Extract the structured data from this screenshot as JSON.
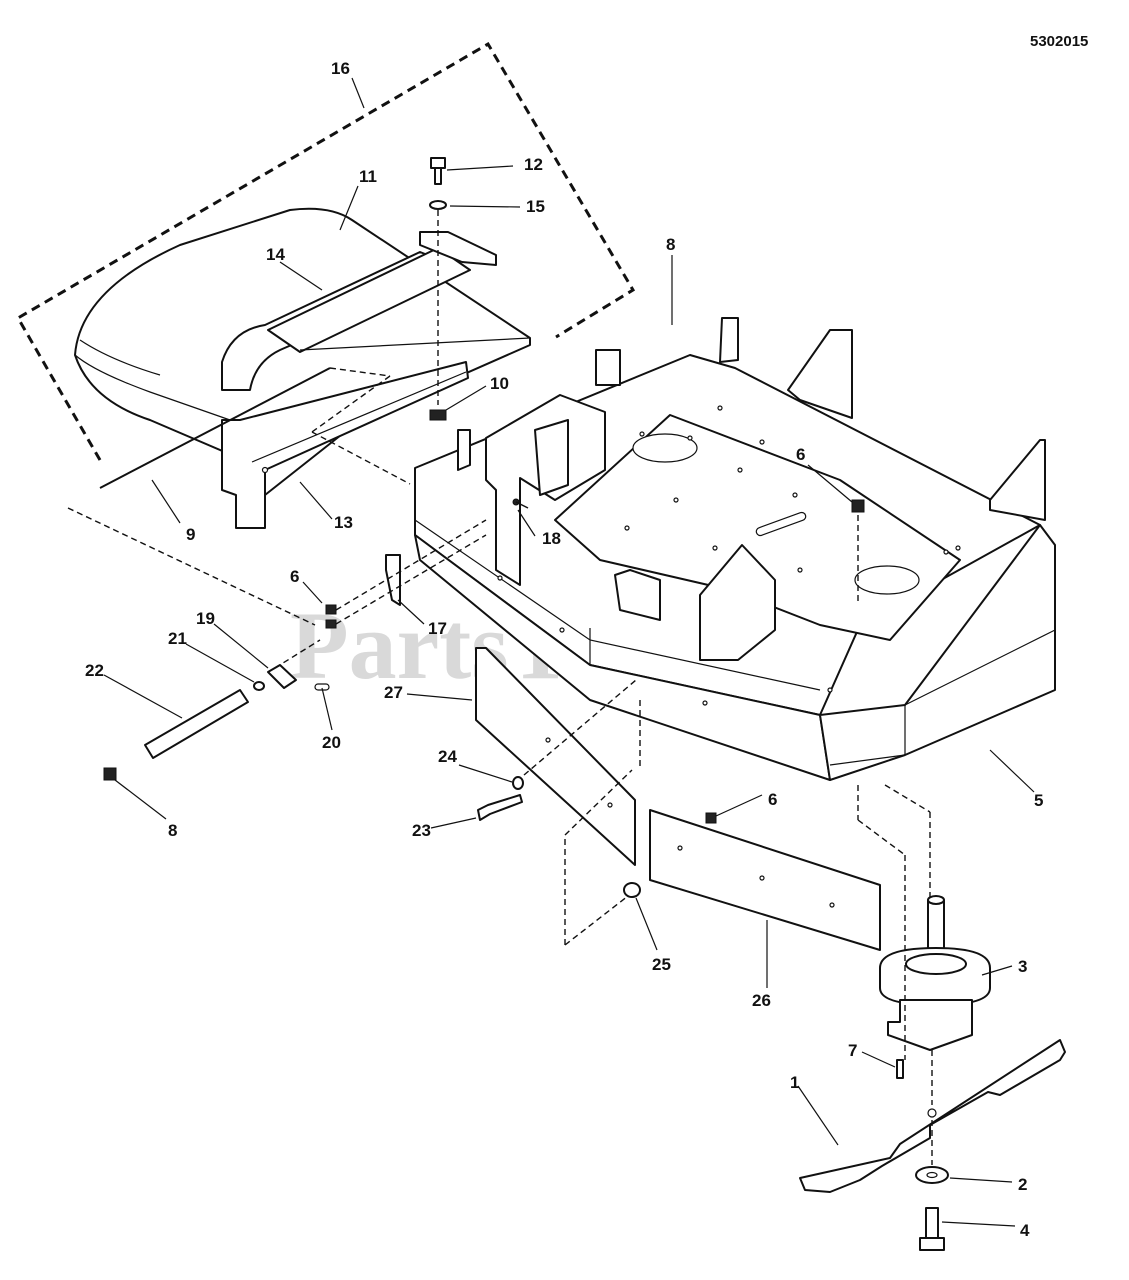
{
  "diagram_id": "5302015",
  "watermark": {
    "text": "PartsTree",
    "trademark": "TM"
  },
  "callouts": [
    "1",
    "2",
    "3",
    "4",
    "5",
    "6",
    "6",
    "6",
    "7",
    "8",
    "8",
    "9",
    "10",
    "11",
    "12",
    "13",
    "14",
    "15",
    "16",
    "17",
    "18",
    "19",
    "20",
    "21",
    "22",
    "23",
    "24",
    "25",
    "26",
    "27"
  ]
}
